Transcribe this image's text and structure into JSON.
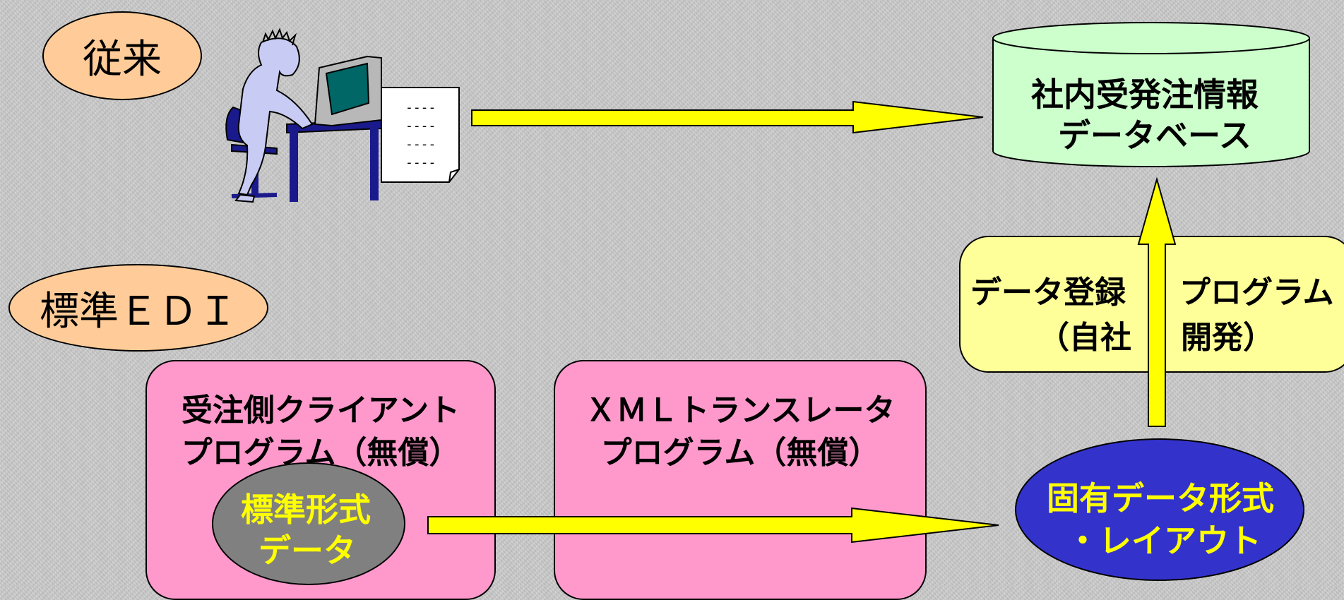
{
  "labels": {
    "legacy": "従来",
    "standard_edi": "標準ＥＤＩ"
  },
  "database": {
    "line1": "社内受発注情報",
    "line2": "データベース"
  },
  "document": {
    "lines": [
      "----",
      "----",
      "----",
      "----"
    ]
  },
  "registration": {
    "line1_left": "データ登録",
    "line1_right": "プログラム",
    "line2_left": "（自社",
    "line2_right": "開発）"
  },
  "client_program": {
    "line1": "受注側クライアント",
    "line2": "プログラム（無償）"
  },
  "translator_program": {
    "line1": "ＸＭＬトランスレータ",
    "line2": "プログラム（無償）"
  },
  "standard_data": {
    "line1": "標準形式",
    "line2": "データ"
  },
  "proprietary_data": {
    "line1": "固有データ形式",
    "line2": "・レイアウト"
  },
  "colors": {
    "label_fill": "#ffcc99",
    "database_fill": "#ccffcc",
    "registration_fill": "#ffff99",
    "program_fill": "#ff99cc",
    "standard_data_fill": "#808080",
    "standard_data_text": "#ffff00",
    "proprietary_fill": "#3333cc",
    "proprietary_text": "#ffff00",
    "arrow_fill": "#ffff00"
  }
}
